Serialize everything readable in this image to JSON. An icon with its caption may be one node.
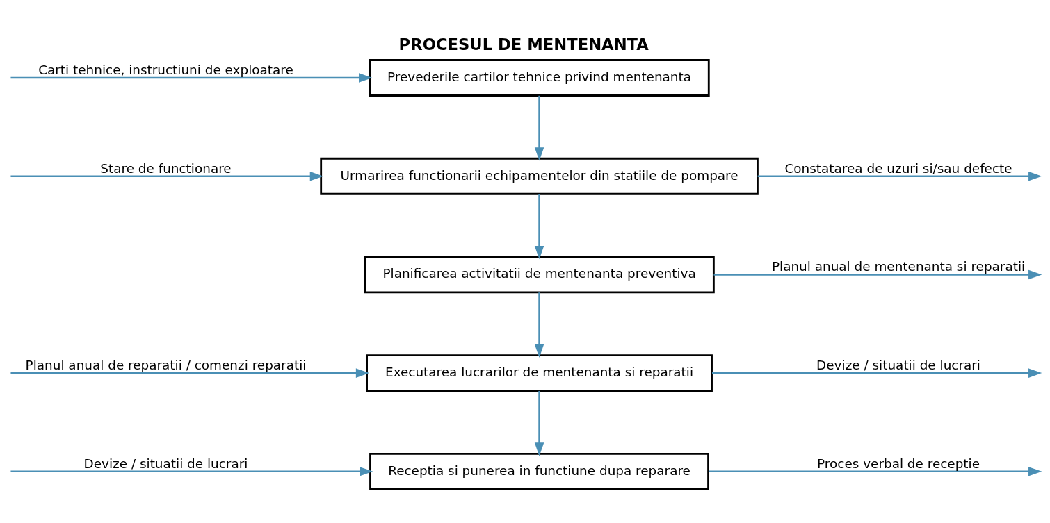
{
  "diagram": {
    "title": "PROCESUL DE MENTENANTA",
    "nodes": [
      {
        "text": [
          "Prevederile cartilor tehnice privind mentenanta"
        ]
      },
      {
        "text": [
          "Urmarirea functionarii echipamentelor din statiile de pompare"
        ]
      },
      {
        "text": [
          "Planificarea activitatii de mentenanta preventiva"
        ]
      },
      {
        "text": [
          "Executarea lucrarilor de mentenanta si reparatii"
        ]
      },
      {
        "text": [
          "Receptia si punerea in functiune dupa reparare"
        ]
      }
    ],
    "edges": [
      {
        "from": null,
        "to": 0,
        "arrow": "to",
        "label": "Carti tehnice, instructiuni de exploatare"
      },
      {
        "from": 0,
        "to": 1,
        "arrow": "to"
      },
      {
        "from": null,
        "to": 1,
        "arrow": "to",
        "label": "Stare de functionare"
      },
      {
        "from": 1,
        "to": null,
        "arrow": "to",
        "label": "Constatarea de uzuri si/sau defecte"
      },
      {
        "from": 1,
        "to": 2,
        "arrow": "to"
      },
      {
        "from": 2,
        "to": null,
        "arrow": "to",
        "label": "Planul anual de mentenanta si reparatii"
      },
      {
        "from": 2,
        "to": 3,
        "arrow": "to"
      },
      {
        "from": null,
        "to": 3,
        "arrow": "to",
        "label": "Planul anual de reparatii / comenzi reparatii"
      },
      {
        "from": 3,
        "to": null,
        "arrow": "to",
        "label": "Devize / situatii de lucrari"
      },
      {
        "from": 3,
        "to": 4,
        "arrow": "to"
      },
      {
        "from": null,
        "to": 4,
        "arrow": "to",
        "label": "Devize / situatii de lucrari"
      },
      {
        "from": 4,
        "to": null,
        "arrow": "to",
        "label": "Proces verbal de receptie"
      }
    ]
  }
}
